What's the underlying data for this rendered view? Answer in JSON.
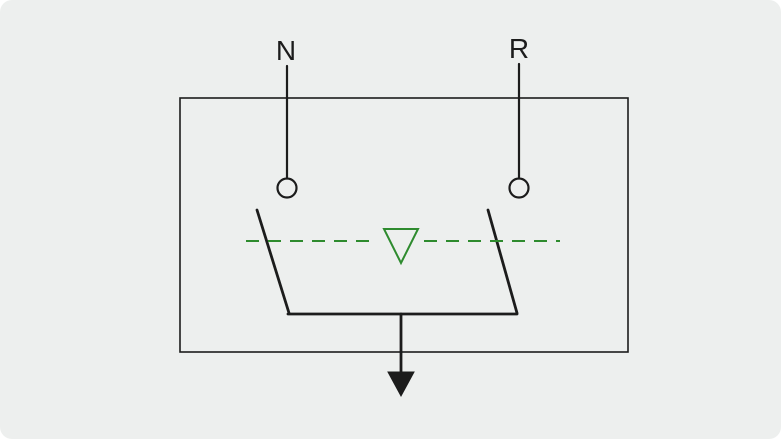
{
  "diagram": {
    "type": "electrical-schematic",
    "description_labels": {
      "left_terminal": "N",
      "right_terminal": "R"
    },
    "colors": {
      "line": "#1c1c1c",
      "coupling": "#2e8b2e",
      "canvas_bg": "#edefee",
      "page_bg": "#ffffff"
    }
  }
}
